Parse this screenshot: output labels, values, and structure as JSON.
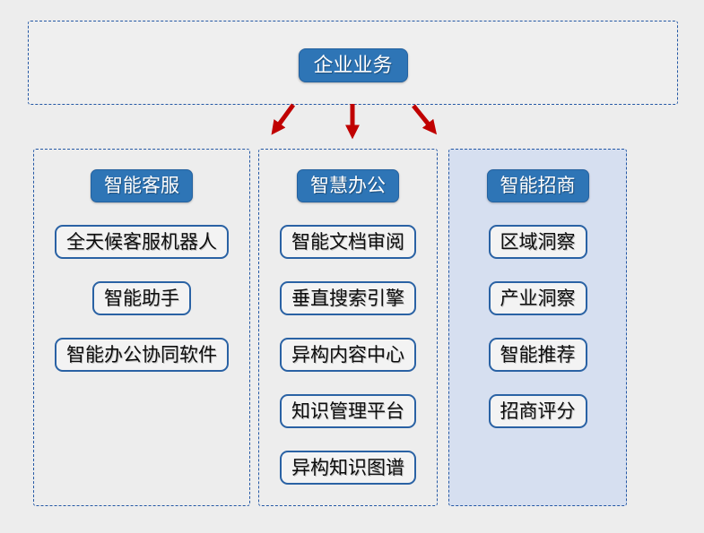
{
  "diagram": {
    "root": {
      "label": "企业业务"
    },
    "columns": [
      {
        "id": "smart-customer-service",
        "header": "智能客服",
        "items": [
          "全天候客服机器人",
          "智能助手",
          "智能办公协同软件"
        ],
        "highlighted": false
      },
      {
        "id": "smart-office",
        "header": "智慧办公",
        "items": [
          "智能文档审阅",
          "垂直搜索引擎",
          "异构内容中心",
          "知识管理平台",
          "异构知识图谱"
        ],
        "highlighted": false
      },
      {
        "id": "smart-investment-promotion",
        "header": "智能招商",
        "items": [
          "区域洞察",
          "产业洞察",
          "智能推荐",
          "招商评分"
        ],
        "highlighted": true
      }
    ],
    "icons": {
      "arrows": [
        "arrow-down-left-icon",
        "arrow-down-icon",
        "arrow-down-right-icon"
      ]
    },
    "colors": {
      "node_blue": "#2e75b6",
      "node_border_blue": "#2a62a4",
      "dashed_border_blue": "#2458a5",
      "highlight_column_fill": "#d6dff0",
      "arrow_red": "#c00000",
      "canvas_background": "#ededed",
      "item_fill": "#f3f3f3",
      "text_dark": "#0d0d0d",
      "text_light": "#ffffff"
    }
  }
}
